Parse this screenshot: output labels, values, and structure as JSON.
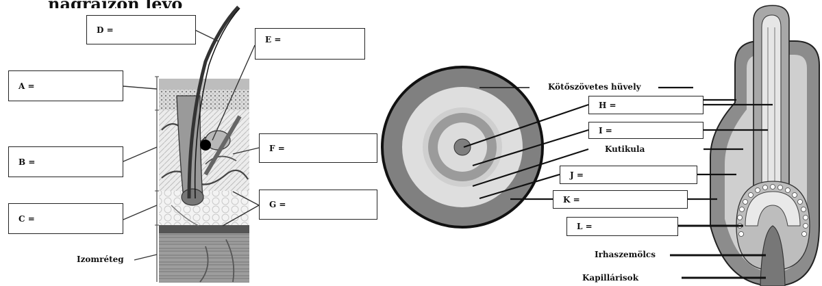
{
  "header": {
    "cut_text": "nagrajzon lévő"
  },
  "left_diagram": {
    "boxes": {
      "A": "A =",
      "B": "B =",
      "C": "C =",
      "D": "D =",
      "E": "E =",
      "F": "F =",
      "G": "G ="
    },
    "muscle_label": "Izomréteg"
  },
  "right_diagram": {
    "boxes": {
      "H": "H =",
      "I": "I =",
      "J": "J =",
      "K": "K =",
      "L": "L ="
    },
    "labels": {
      "sheath": "Kötőszövetes hüvely",
      "cuticle": "Kutikula",
      "papilla": "Irhaszemölcs",
      "capillaries": "Kapillárisok"
    }
  },
  "colors": {
    "outline": "#111111",
    "dark_gray": "#7d7d7d",
    "mid_gray": "#a9a9a9",
    "light_gray": "#dcdcdc",
    "skin_texture": "#c8c8c8"
  }
}
